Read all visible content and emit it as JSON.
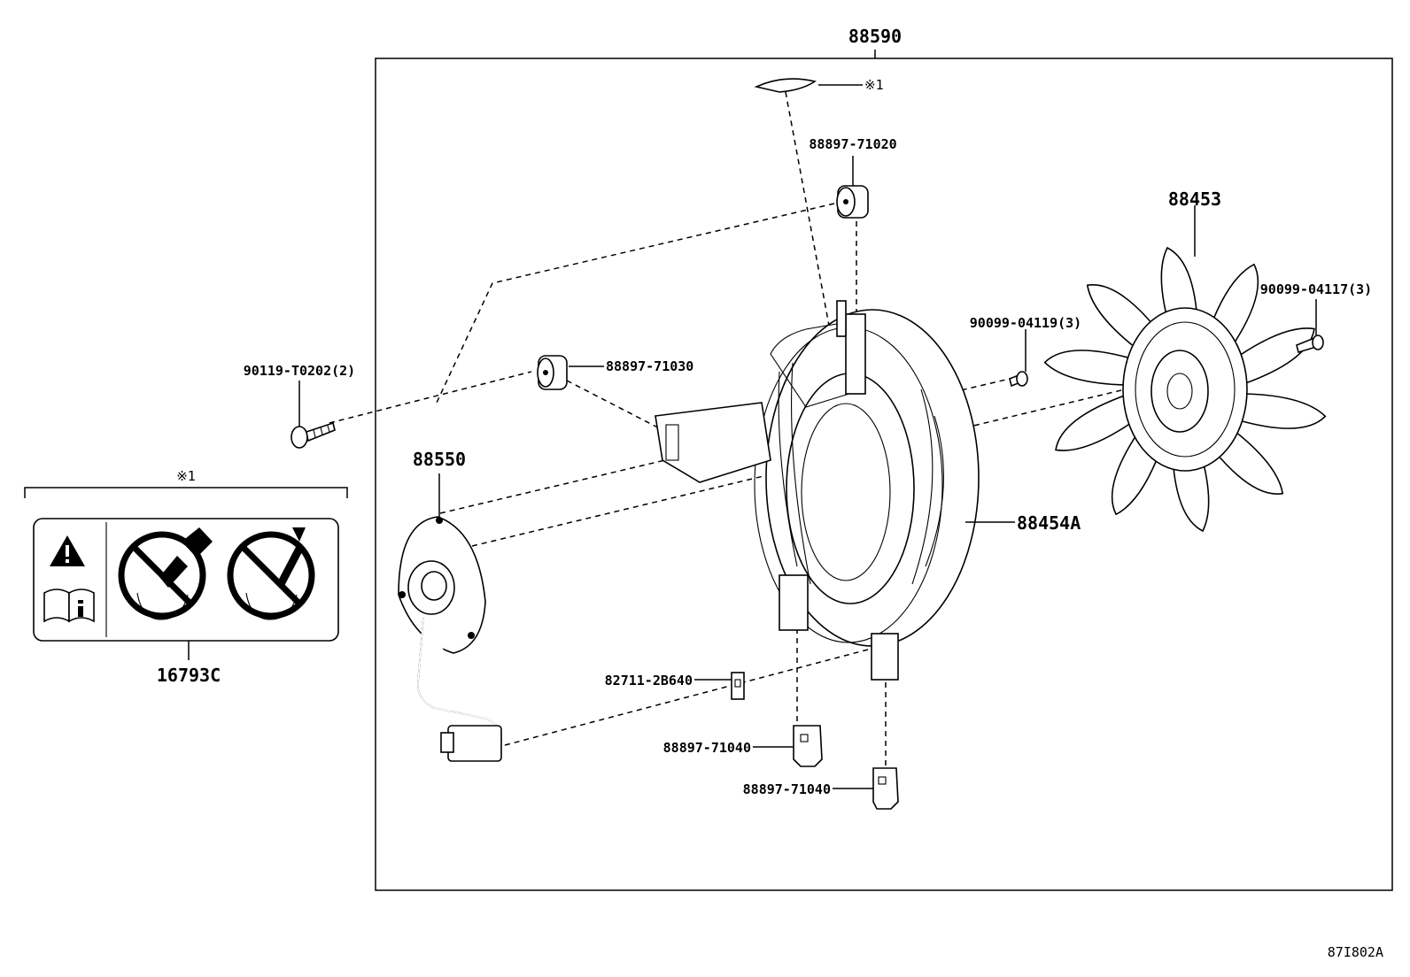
{
  "diagram": {
    "assembly_label": "88590",
    "drawing_code": "87I802A",
    "note_marker": "※1",
    "labels": {
      "sticker_note": "※1",
      "cushion_top": "88897-71020",
      "fan": "88453",
      "screw_fan": "90099-04117(3)",
      "screw_shroud": "90099-04119(3)",
      "cushion_mid": "88897-71030",
      "bolt": "90119-T0202(2)",
      "motor": "88550",
      "shroud": "88454A",
      "clip": "82711-2B640",
      "bracket_1": "88897-71040",
      "bracket_2": "88897-71040",
      "caution_label": "16793C"
    }
  }
}
